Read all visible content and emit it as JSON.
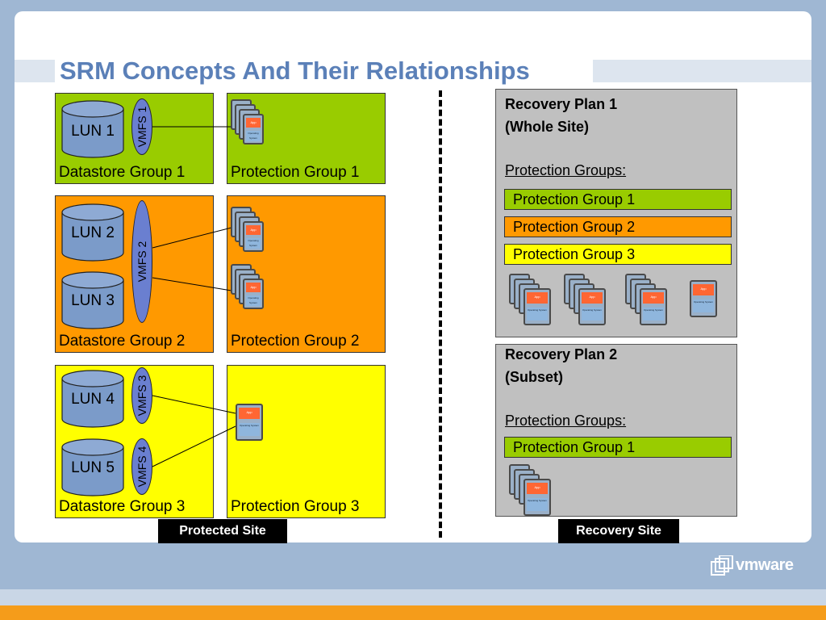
{
  "title": "SRM Concepts And Their Relationships",
  "protected_site": {
    "label": "Protected Site",
    "datastore_groups": [
      {
        "label": "Datastore Group 1",
        "color": "#99cc00",
        "luns": [
          "LUN 1"
        ],
        "vmfs": [
          "VMFS 1"
        ]
      },
      {
        "label": "Datastore Group 2",
        "color": "#ff9900",
        "luns": [
          "LUN 2",
          "LUN 3"
        ],
        "vmfs": [
          "VMFS 2"
        ]
      },
      {
        "label": "Datastore Group 3",
        "color": "#ffff00",
        "luns": [
          "LUN 4",
          "LUN 5"
        ],
        "vmfs": [
          "VMFS 3",
          "VMFS 4"
        ]
      }
    ],
    "protection_groups": [
      {
        "label": "Protection Group 1",
        "color": "#99cc00"
      },
      {
        "label": "Protection Group 2",
        "color": "#ff9900"
      },
      {
        "label": "Protection Group 3",
        "color": "#ffff00"
      }
    ]
  },
  "recovery_site": {
    "label": "Recovery Site",
    "plans": [
      {
        "title_line1": "Recovery Plan 1",
        "title_line2": "(Whole Site)",
        "groups_header": "Protection Groups:",
        "groups": [
          "Protection Group 1",
          "Protection Group 2",
          "Protection Group 3"
        ]
      },
      {
        "title_line1": "Recovery Plan 2",
        "title_line2": "(Subset)",
        "groups_header": "Protection Groups:",
        "groups": [
          "Protection Group 1"
        ]
      }
    ]
  },
  "vm_icon": {
    "app_label": "App",
    "os_label": "Operating System"
  },
  "logo": {
    "text": "vmware",
    "icon": "vmware-logo-icon"
  },
  "colors": {
    "title": "#5b80b8",
    "background": "#9fb7d3",
    "accent_orange": "#f59c1a"
  }
}
